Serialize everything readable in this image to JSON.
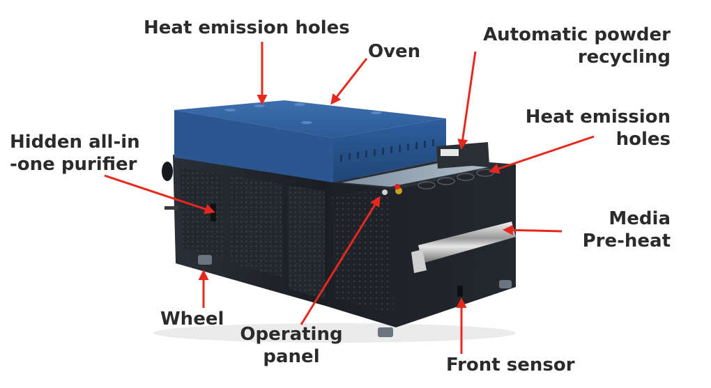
{
  "labels": {
    "heat_emission_top": "Heat emission holes",
    "oven": "Oven",
    "auto_powder_line1": "Automatic powder",
    "auto_powder_line2": "recycling",
    "heat_emission_right_line1": "Heat emission",
    "heat_emission_right_line2": "holes",
    "purifier_line1": "Hidden all-in",
    "purifier_line2": "-one purifier",
    "media_line1": "Media",
    "media_line2": "Pre-heat",
    "wheel": "Wheel",
    "operating_line1": "Operating",
    "operating_line2": "panel",
    "front_sensor": "Front sensor"
  },
  "colors": {
    "arrow": "#e8281e",
    "oven_blue": "#2f5f9e",
    "body_dark": "#1e2228",
    "text": "#2b2b2b"
  }
}
